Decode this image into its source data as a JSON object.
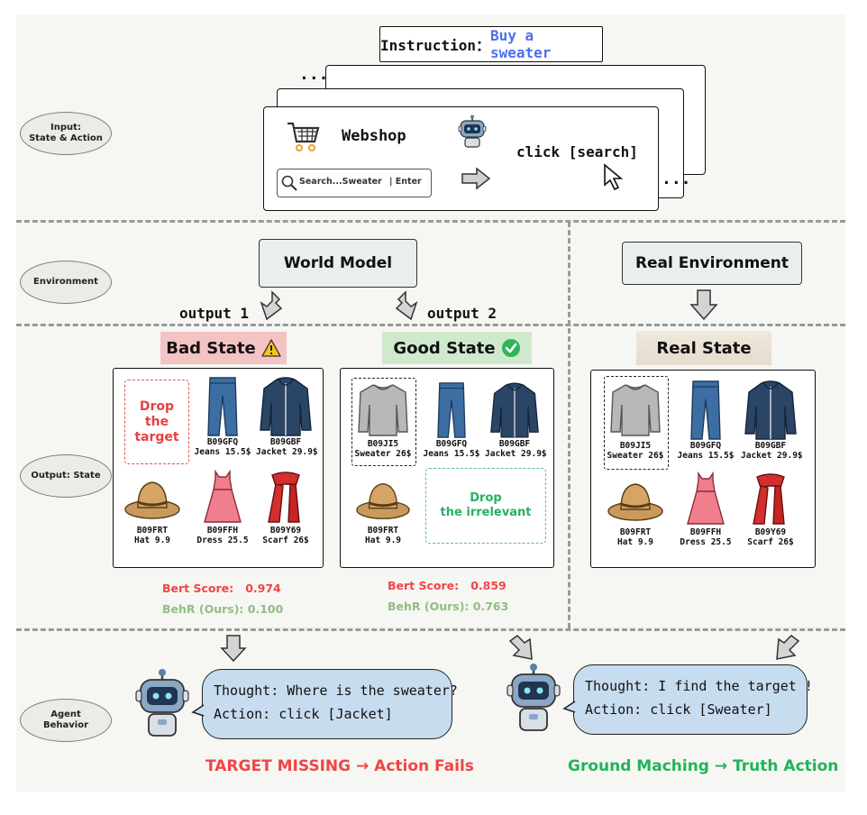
{
  "labels": {
    "input": "Input:\nState & Action",
    "environment": "Environment",
    "output": "Output: State",
    "agent": "Agent\nBehavior"
  },
  "instruction": {
    "prefix": "Instruction：",
    "text": "Buy a sweater"
  },
  "webshop": {
    "title": "Webshop",
    "search_text": "Search...Sweater",
    "enter_text": "| Enter",
    "action": "click [search]",
    "ellipsis": "..."
  },
  "environment": {
    "world_model": "World Model",
    "real_environment": "Real Environment",
    "output1": "output 1",
    "output2": "output 2"
  },
  "states": {
    "bad": {
      "label": "Bad State",
      "icon": "warning-icon"
    },
    "good": {
      "label": "Good State",
      "icon": "check-icon"
    },
    "real": {
      "label": "Real State"
    }
  },
  "drops": {
    "target": "Drop\nthe\ntarget",
    "irrelevant": "Drop\nthe irrelevant"
  },
  "items": {
    "sweater": {
      "code": "B09JI5",
      "desc": "Sweater 26$"
    },
    "jeans": {
      "code": "B09GFQ",
      "desc": "Jeans 15.5$"
    },
    "jacket": {
      "code": "B09GBF",
      "desc": "Jacket 29.9$"
    },
    "hat": {
      "code": "B09FRT",
      "desc": "Hat 9.9"
    },
    "dress": {
      "code": "B09FFH",
      "desc": "Dress 25.5"
    },
    "scarf": {
      "code": "B09Y69",
      "desc": "Scarf 26$"
    }
  },
  "scores": {
    "bad": {
      "bert_label": "Bert Score:",
      "bert": "0.974",
      "behr": "BehR (Ours): 0.100"
    },
    "good": {
      "bert_label": "Bert Score:",
      "bert": "0.859",
      "behr": "BehR (Ours): 0.763"
    }
  },
  "agent": {
    "left": {
      "thought": "Thought: Where is the sweater?",
      "action": "Action: click [Jacket]"
    },
    "right": {
      "thought": "Thought: I find the target !",
      "action": "Action: click [Sweater]"
    },
    "outcome_fail": "TARGET MISSING → Action Fails",
    "outcome_success": "Ground Maching → Truth Action"
  },
  "colors": {
    "red": "#f04545",
    "green": "#22b35a",
    "blue_text": "#4a6ff0",
    "bad_bg": "#f4c4c4",
    "good_bg": "#cfe9cd",
    "real_bg": "#ece6da",
    "bubble": "#c8dcef"
  }
}
